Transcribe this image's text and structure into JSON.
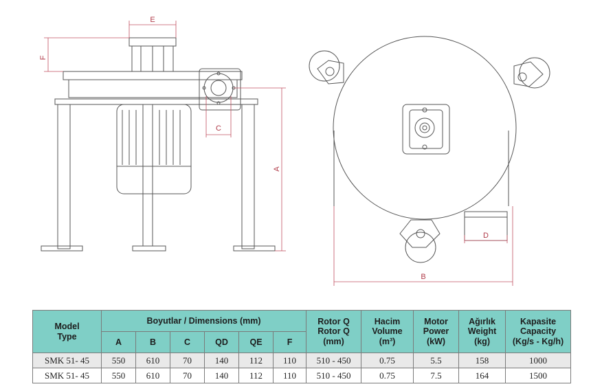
{
  "drawing": {
    "labels": {
      "A": "A",
      "B": "B",
      "C": "C",
      "D": "D",
      "E": "E",
      "F": "F"
    },
    "line_color": "#555555",
    "dimension_color": "#c25060"
  },
  "table": {
    "header_color": "#7fcfc6",
    "model_header": "Model\nType",
    "dimensions_header": "Boyutlar / Dimensions (mm)",
    "dimension_columns": [
      "A",
      "B",
      "C",
      "QD",
      "QE",
      "F"
    ],
    "extra_headers": [
      "Rotor Q\nRotor Q\n(mm)",
      "Hacim\nVolume\n(m³)",
      "Motor\nPower\n(kW)",
      "Ağırlık\nWeight\n(kg)",
      "Kapasite\nCapacity\n(Kg/s - Kg/h)"
    ],
    "rows": [
      [
        "SMK 51- 45",
        "550",
        "610",
        "70",
        "140",
        "112",
        "110",
        "510 - 450",
        "0.75",
        "5.5",
        "158",
        "1000"
      ],
      [
        "SMK 51- 45",
        "550",
        "610",
        "70",
        "140",
        "112",
        "110",
        "510 - 450",
        "0.75",
        "7.5",
        "164",
        "1500"
      ]
    ]
  }
}
